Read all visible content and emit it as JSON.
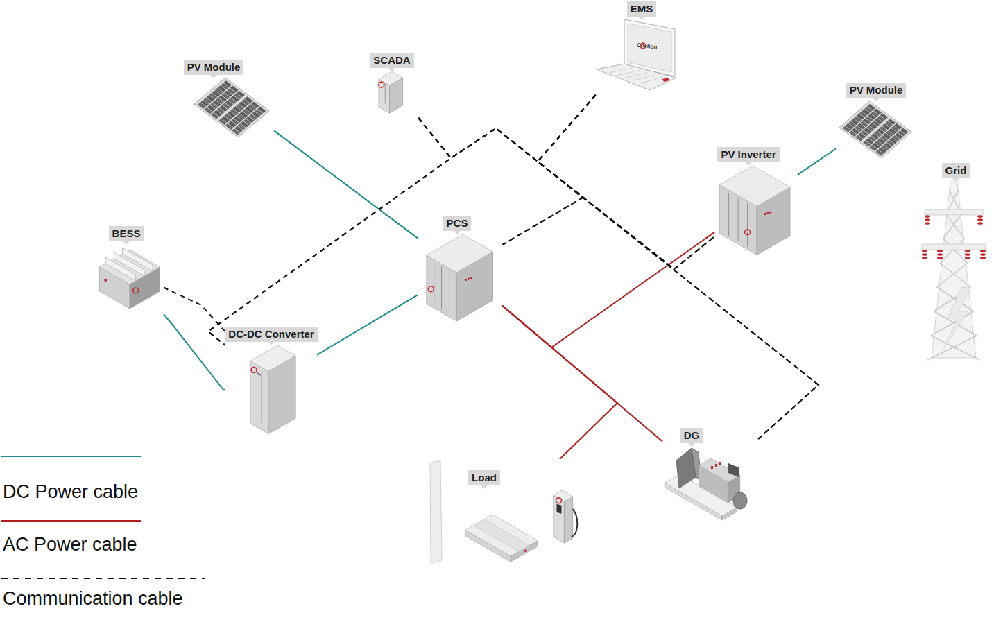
{
  "diagram": {
    "nodes": [
      {
        "text": [
          "EMS"
        ]
      },
      {
        "text": [
          "SCADA"
        ]
      },
      {
        "text": [
          "PV Module"
        ]
      },
      {
        "text": [
          "PV Module"
        ]
      },
      {
        "text": [
          "PV Inverter"
        ]
      },
      {
        "text": [
          "Grid"
        ]
      },
      {
        "text": [
          "PCS"
        ]
      },
      {
        "text": [
          "BESS"
        ]
      },
      {
        "text": [
          "DC-DC Converter"
        ]
      },
      {
        "text": [
          "DG"
        ]
      },
      {
        "text": [
          "Load"
        ]
      }
    ],
    "edges": [
      {
        "from": 2,
        "to": 6,
        "arrow": "none"
      },
      {
        "from": 7,
        "to": 8,
        "arrow": "none"
      },
      {
        "from": 8,
        "to": 6,
        "arrow": "none"
      },
      {
        "from": 3,
        "to": 4,
        "arrow": "none"
      },
      {
        "from": 6,
        "to": 9,
        "arrow": "none"
      },
      {
        "from": 4,
        "to": 6,
        "arrow": "none"
      },
      {
        "from": 10,
        "to": 6,
        "arrow": "none"
      },
      {
        "from": 7,
        "to": 8,
        "arrow": "none"
      },
      {
        "from": 1,
        "to": 8,
        "arrow": "none"
      },
      {
        "from": 1,
        "to": 6,
        "arrow": "none"
      },
      {
        "from": 1,
        "to": 4,
        "arrow": "none"
      },
      {
        "from": 1,
        "to": 9,
        "arrow": "none"
      },
      {
        "from": 0,
        "to": 8,
        "arrow": "none"
      },
      {
        "from": 0,
        "to": 6,
        "arrow": "none"
      },
      {
        "from": 0,
        "to": 4,
        "arrow": "none"
      },
      {
        "from": 0,
        "to": 9,
        "arrow": "none"
      }
    ],
    "labels": [
      "Chelion"
    ],
    "legend": [
      {
        "text": "DC Power cable"
      },
      {
        "text": "AC Power cable"
      },
      {
        "text": "Communication cable"
      }
    ]
  }
}
